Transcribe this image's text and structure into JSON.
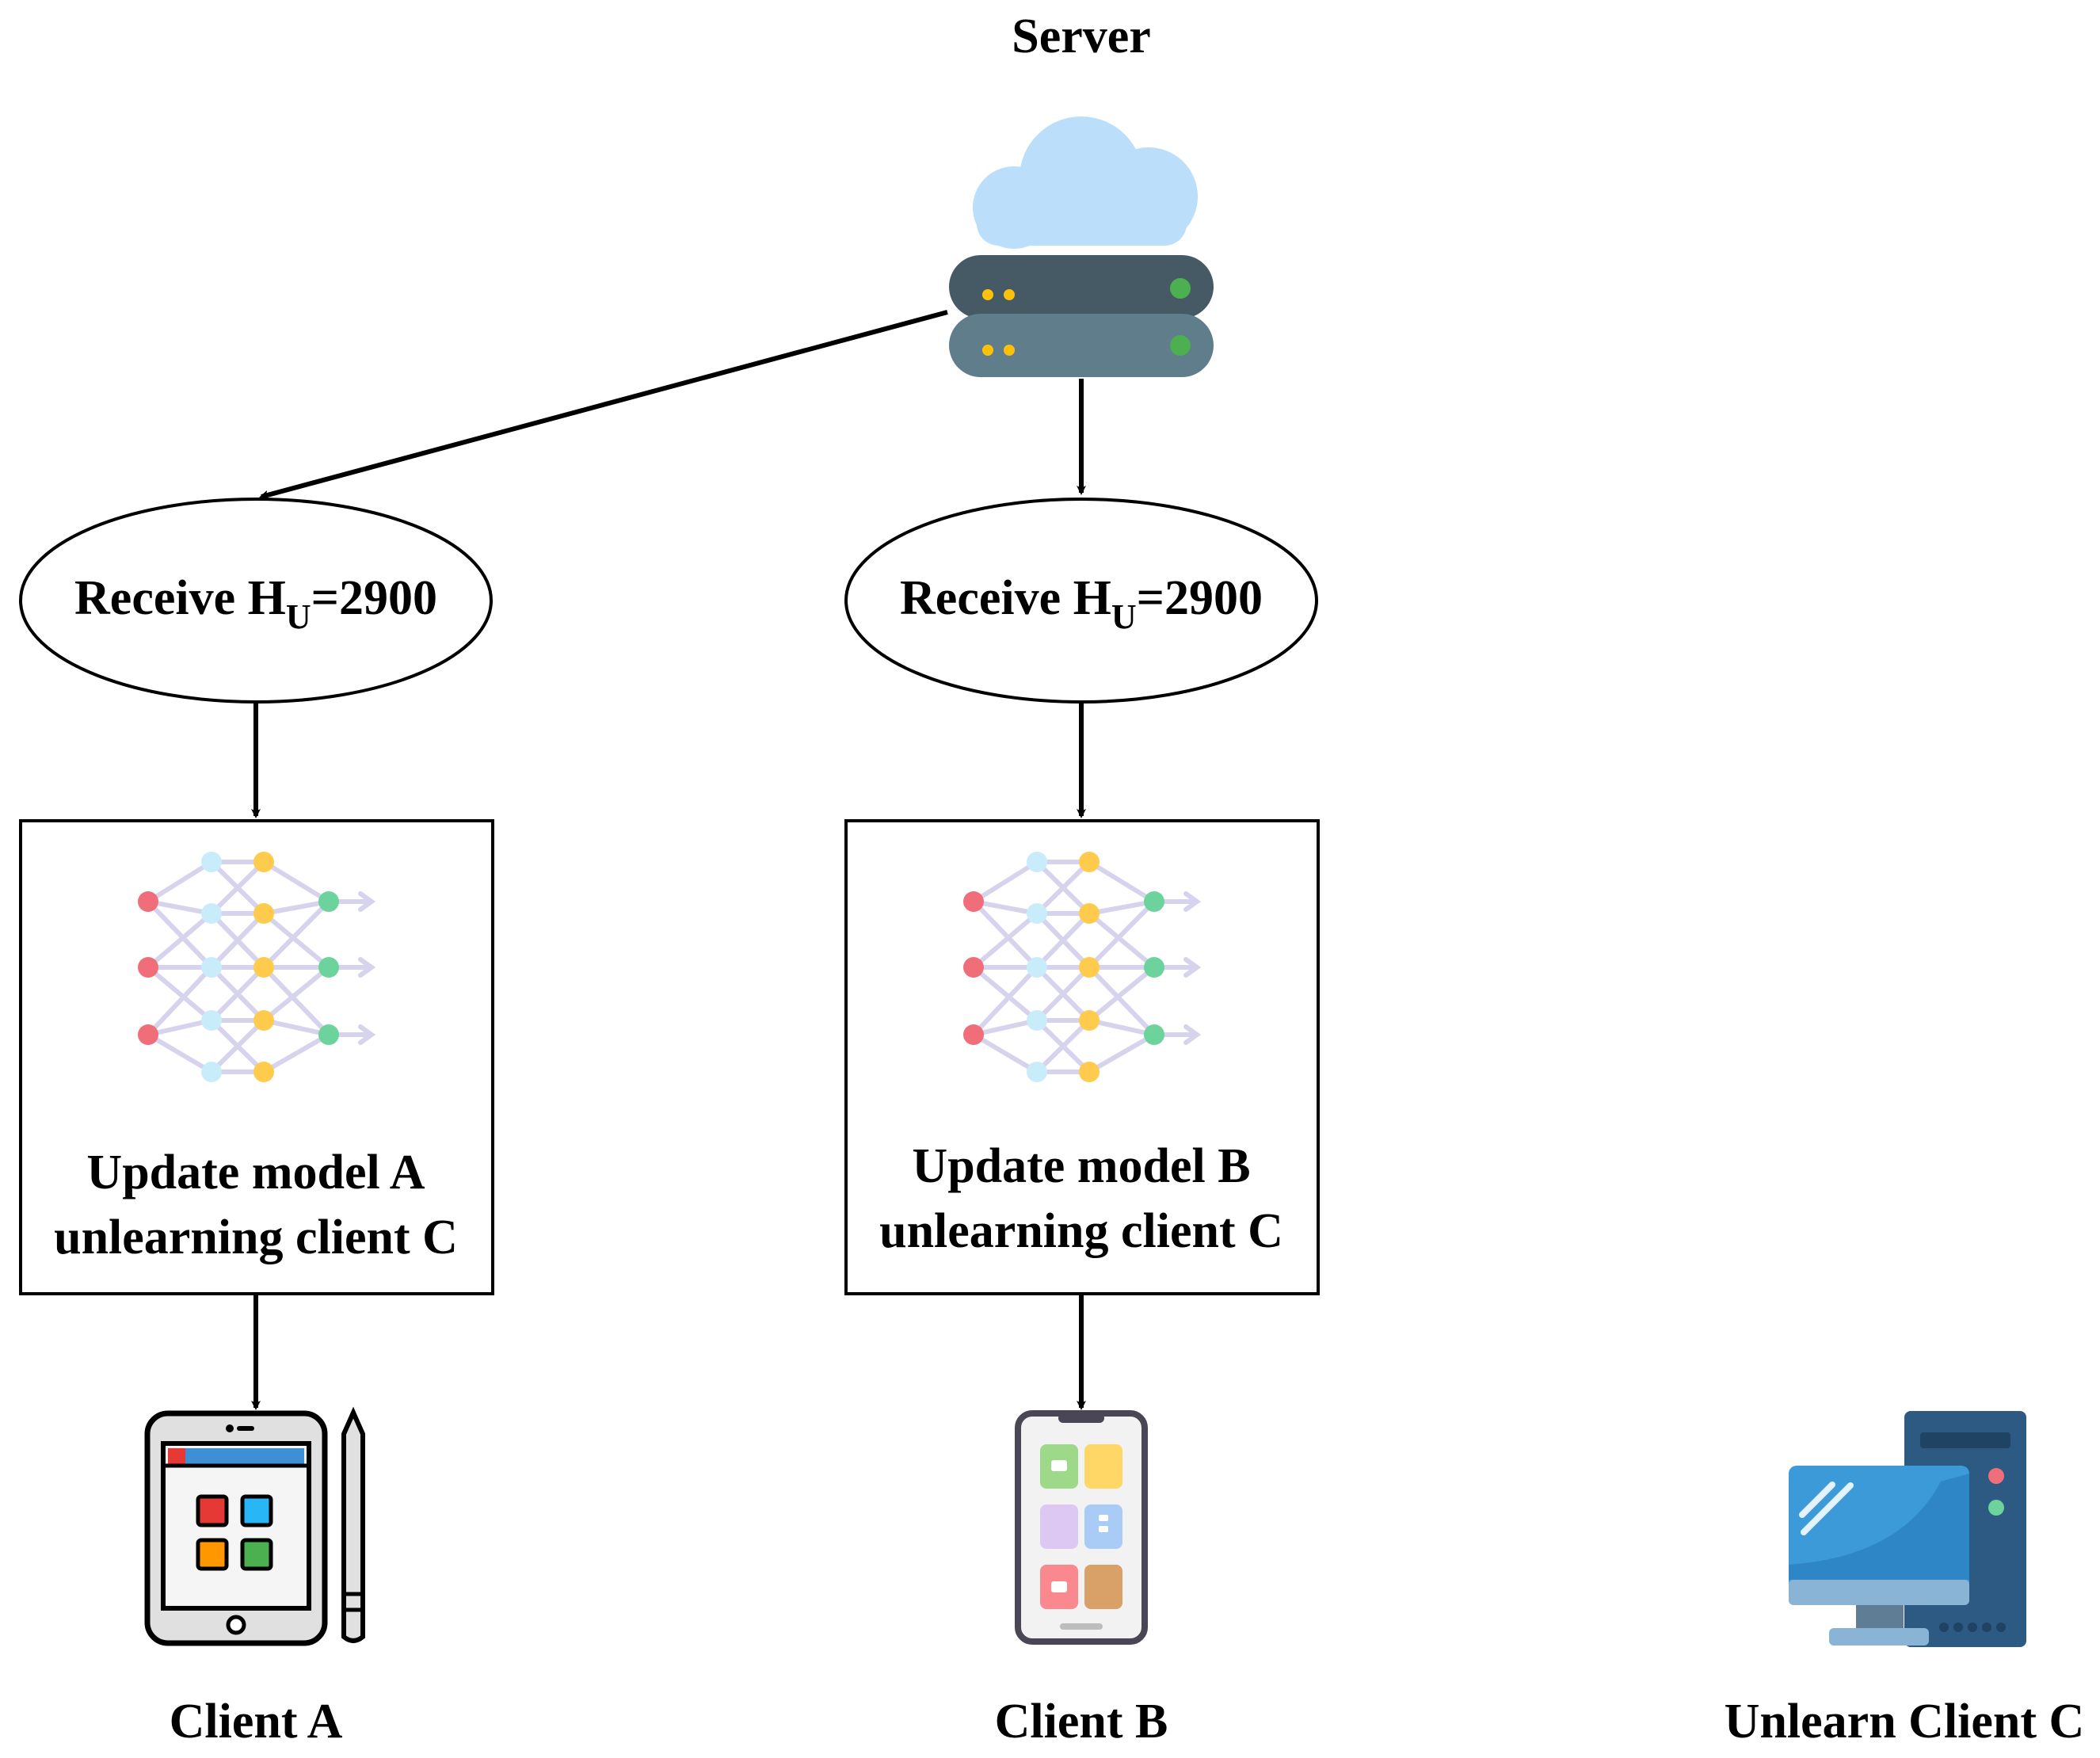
{
  "server": {
    "label": "Server"
  },
  "receive_nodes": [
    {
      "prefix": "Receive H",
      "subscript": "U",
      "value": "=2900"
    },
    {
      "prefix": "Receive H",
      "subscript": "U",
      "value": "=2900"
    }
  ],
  "update_boxes": [
    {
      "line1": "Update model A",
      "line2": "unlearning client C"
    },
    {
      "line1": "Update model B",
      "line2": "unlearning client C"
    }
  ],
  "clients": [
    {
      "label": "Client A",
      "device": "tablet-icon"
    },
    {
      "label": "Client B",
      "device": "smartphone-icon"
    },
    {
      "label": "Unlearn Client C",
      "device": "desktop-computer-icon"
    }
  ],
  "colors": {
    "cloud": "#BBDEFB",
    "server_top": "#455A64",
    "server_bottom": "#607D8B",
    "led_green": "#4CAF50",
    "led_yellow": "#FFC107",
    "nn_input": "#F06E7A",
    "nn_hidden1": "#C9ECFB",
    "nn_hidden2": "#FFCB4C",
    "nn_output": "#6DD39C",
    "nn_edge": "#D6D3EC"
  }
}
